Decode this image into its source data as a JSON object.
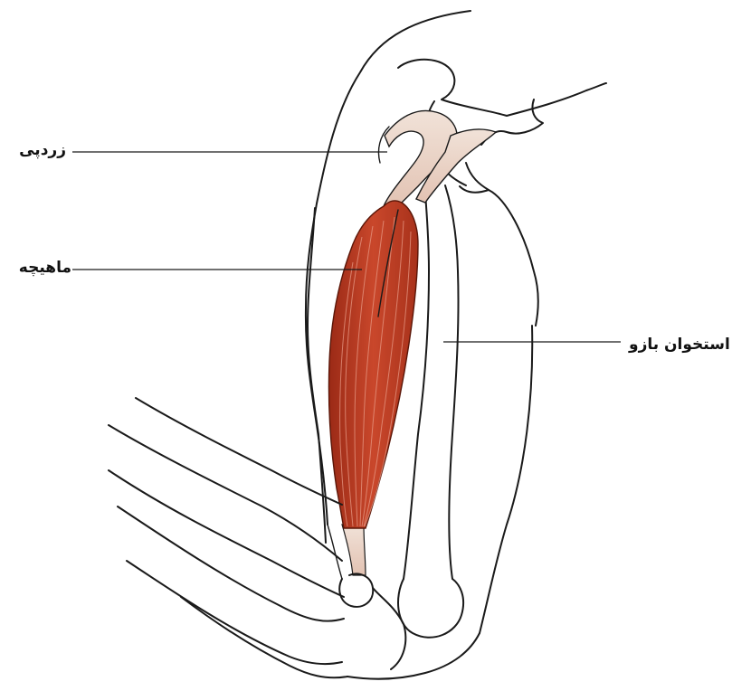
{
  "labels": {
    "tendon": "زردپی",
    "muscle": "ماهیچه",
    "humerus": "استخوان بازو"
  },
  "colors": {
    "muscle": "#b0361f",
    "muscle_light": "#d45a3e",
    "tendon": "#ecd5c8",
    "outline": "#1a1a1a",
    "background": "#ffffff"
  }
}
